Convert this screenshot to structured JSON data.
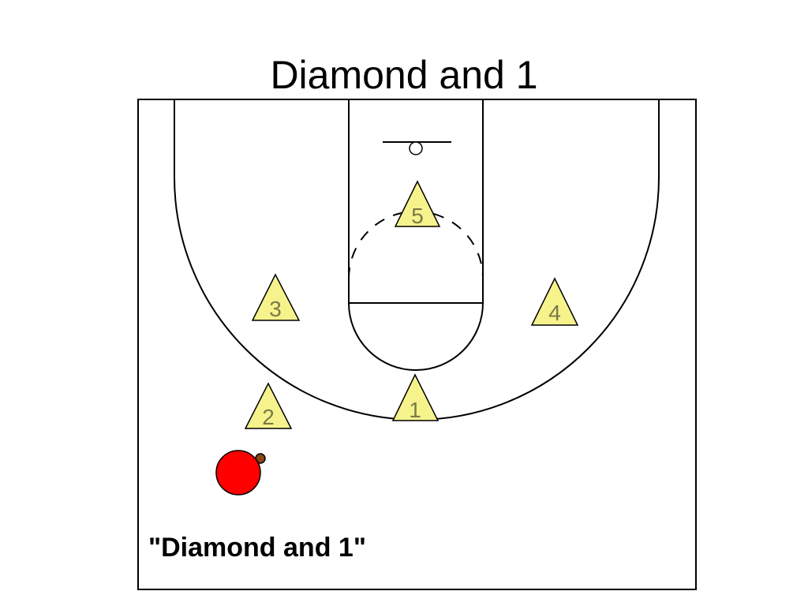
{
  "slide": {
    "title": "Diamond and 1"
  },
  "diagram": {
    "caption": "\"Diamond and 1\"",
    "colors": {
      "court_lines": "#000000",
      "player_fill": "#f6f38c",
      "player_label": "#7a7a4a",
      "ball": "#ff0000",
      "ball_knob": "#8b4513"
    },
    "players": [
      {
        "label": "1",
        "role": "defender"
      },
      {
        "label": "2",
        "role": "defender"
      },
      {
        "label": "3",
        "role": "defender"
      },
      {
        "label": "4",
        "role": "defender"
      },
      {
        "label": "5",
        "role": "defender"
      }
    ],
    "ball_icon": "basketball-marker"
  }
}
